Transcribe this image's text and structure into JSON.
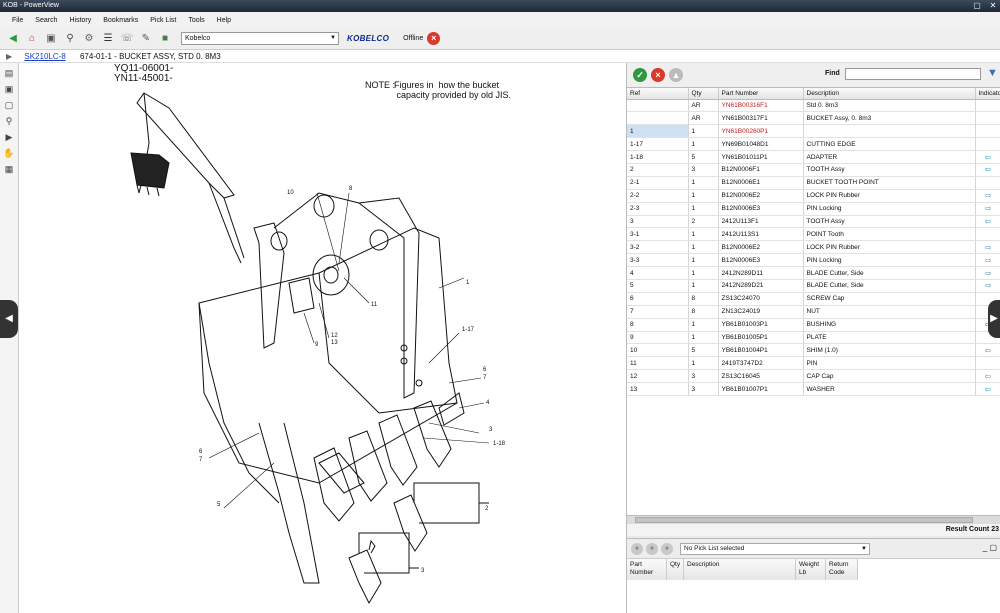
{
  "window": {
    "title": "KOB - PowerView",
    "controls": [
      "▢",
      "✕"
    ]
  },
  "menu": [
    "File",
    "Search",
    "History",
    "Bookmarks",
    "Pick List",
    "Tools",
    "Help"
  ],
  "toolbar": {
    "brand_select": "Kobelco",
    "brand_logo": "KOBELCO",
    "status": "Offline",
    "status_color": "#d83a2b"
  },
  "breadcrumb": {
    "model": "SK210LC-8",
    "section": "674-01-1 - BUCKET ASSY,  STD 0. 8M3"
  },
  "drawing": {
    "serial1": "YQ11-06001-",
    "serial2": "YN11-45001-",
    "note_label": "NOTE :",
    "note_text": "Figures in  how the bucket\n capacity provided by old JIS.",
    "callouts": [
      {
        "t": "1"
      },
      {
        "t": "1-17"
      },
      {
        "t": "6"
      },
      {
        "t": "7"
      },
      {
        "t": "4"
      },
      {
        "t": "3"
      },
      {
        "t": "1-18"
      },
      {
        "t": "10"
      },
      {
        "t": "8"
      },
      {
        "t": "11"
      },
      {
        "t": "12"
      },
      {
        "t": "13"
      },
      {
        "t": "9"
      },
      {
        "t": "6"
      },
      {
        "t": "7"
      },
      {
        "t": "5"
      },
      {
        "t": "2"
      },
      {
        "t": "3"
      }
    ]
  },
  "parts_panel": {
    "find_label": "Find",
    "columns": [
      "Ref",
      "Qty",
      "Part Number",
      "Description",
      "Indicato"
    ],
    "rows": [
      {
        "ref": "",
        "qty": "AR",
        "pn": "YN61B00316F1",
        "desc": "Std 0. 8m3",
        "ind": "",
        "red": true
      },
      {
        "ref": "",
        "qty": "AR",
        "pn": "YN61B00317F1",
        "desc": "BUCKET Assy, 0. 8m3",
        "ind": "",
        "red": false
      },
      {
        "ref": "1",
        "qty": "1",
        "pn": "YN61B00260P1",
        "desc": "",
        "ind": "",
        "red": true
      },
      {
        "ref": "1-17",
        "qty": "1",
        "pn": "YN69B01048D1",
        "desc": "CUTTING EDGE",
        "ind": "",
        "red": false
      },
      {
        "ref": "1-18",
        "qty": "5",
        "pn": "YN61B01011P1",
        "desc": "ADAPTER",
        "ind": "⇦",
        "red": false
      },
      {
        "ref": "2",
        "qty": "3",
        "pn": "B12N0006F1",
        "desc": "TOOTH Assy",
        "ind": "⇦",
        "red": false
      },
      {
        "ref": "2-1",
        "qty": "1",
        "pn": "B12N0006E1",
        "desc": "BUCKET TOOTH POINT",
        "ind": "",
        "red": false
      },
      {
        "ref": "2-2",
        "qty": "1",
        "pn": "B12N0006E2",
        "desc": "LOCK PIN Rubber",
        "ind": "⇨",
        "red": false
      },
      {
        "ref": "2-3",
        "qty": "1",
        "pn": "B12N0006E3",
        "desc": "PIN Locking",
        "ind": "⇨",
        "red": false
      },
      {
        "ref": "3",
        "qty": "2",
        "pn": "2412U113F1",
        "desc": "TOOTH Assy",
        "ind": "⇦",
        "red": false
      },
      {
        "ref": "3-1",
        "qty": "1",
        "pn": "2412U113S1",
        "desc": "POINT Tooth",
        "ind": "",
        "red": false
      },
      {
        "ref": "3-2",
        "qty": "1",
        "pn": "B12N0006E2",
        "desc": "LOCK PIN Rubber",
        "ind": "⇨",
        "red": false
      },
      {
        "ref": "3-3",
        "qty": "1",
        "pn": "B12N0006E3",
        "desc": "PIN Locking",
        "ind": "⇨",
        "red": false
      },
      {
        "ref": "4",
        "qty": "1",
        "pn": "2412N289D11",
        "desc": "BLADE Cutter, Side",
        "ind": "⇨",
        "red": false
      },
      {
        "ref": "5",
        "qty": "1",
        "pn": "2412N289D21",
        "desc": "BLADE Cutter, Side",
        "ind": "⇨",
        "red": false
      },
      {
        "ref": "6",
        "qty": "8",
        "pn": "ZS13C24070",
        "desc": "SCREW Cap",
        "ind": "",
        "red": false
      },
      {
        "ref": "7",
        "qty": "8",
        "pn": "ZN13C24019",
        "desc": "NUT",
        "ind": "",
        "red": false
      },
      {
        "ref": "8",
        "qty": "1",
        "pn": "YB61B01003P1",
        "desc": "BUSHING",
        "ind": "⇦",
        "red": false
      },
      {
        "ref": "9",
        "qty": "1",
        "pn": "YB61B01005P1",
        "desc": "PLATE",
        "ind": "",
        "red": false
      },
      {
        "ref": "10",
        "qty": "5",
        "pn": "YB61B01004P1",
        "desc": "SHIM (1.0)",
        "ind": "⇦",
        "red": false
      },
      {
        "ref": "11",
        "qty": "1",
        "pn": "2419T3747D2",
        "desc": "PIN",
        "ind": "",
        "red": false
      },
      {
        "ref": "12",
        "qty": "3",
        "pn": "ZS13C16045",
        "desc": "CAP Cap",
        "ind": "⇦",
        "red": false
      },
      {
        "ref": "13",
        "qty": "3",
        "pn": "YB61B01007P1",
        "desc": "WASHER",
        "ind": "⇦",
        "red": false
      }
    ],
    "result_label": "Result Count 23"
  },
  "pick_list": {
    "selected": "No Pick List selected",
    "columns": [
      "Part\nNumber",
      "Qty",
      "Description",
      "Weight\nLb",
      "Return\nCode"
    ]
  },
  "colors": {
    "accent": "#1a40c8",
    "red_part": "#c31c1c",
    "indicator": "#2a8fb6"
  }
}
